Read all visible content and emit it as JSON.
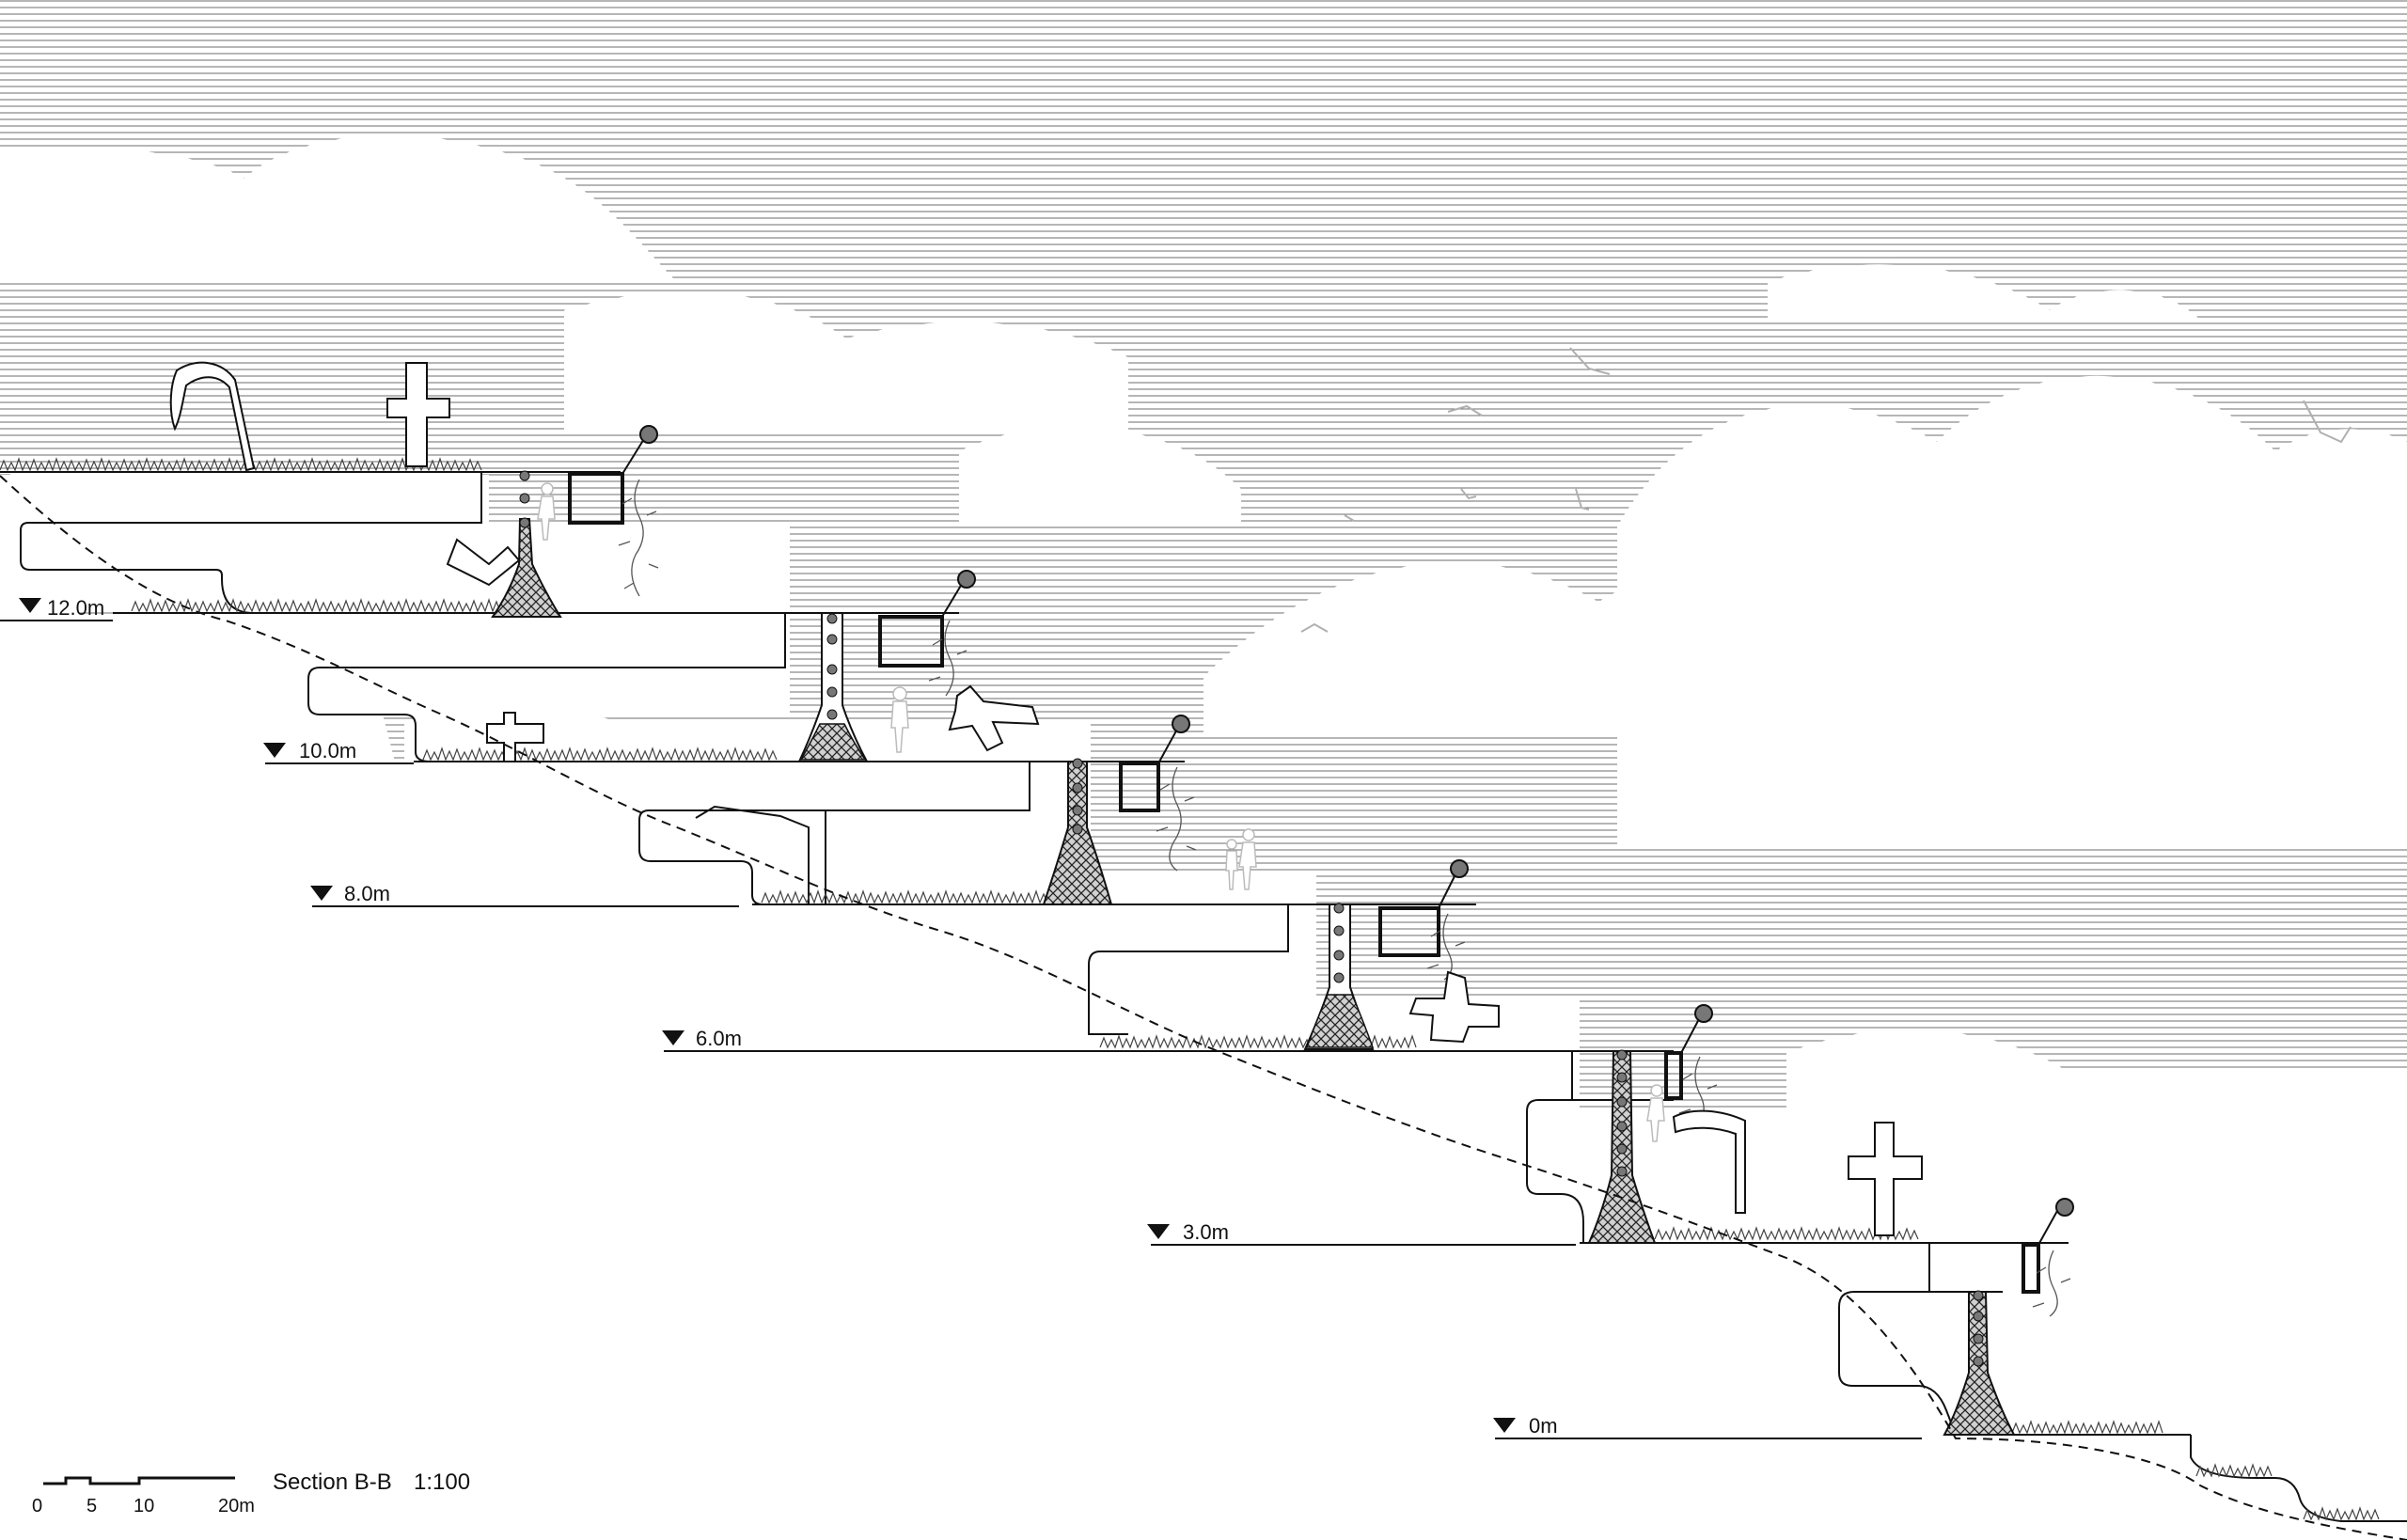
{
  "levels": [
    {
      "label": "12.0m"
    },
    {
      "label": "10.0m"
    },
    {
      "label": "8.0m"
    },
    {
      "label": "6.0m"
    },
    {
      "label": "3.0m"
    },
    {
      "label": "0m"
    }
  ],
  "scale_bar": {
    "ticks": [
      "0",
      "5",
      "10",
      "20m"
    ]
  },
  "caption": {
    "title": "Section B-B",
    "scale": "1:100"
  },
  "icons": [
    "level-marker-triangle-icon",
    "cross-icon",
    "scythe-icon",
    "bird-icon",
    "lamp-icon"
  ]
}
